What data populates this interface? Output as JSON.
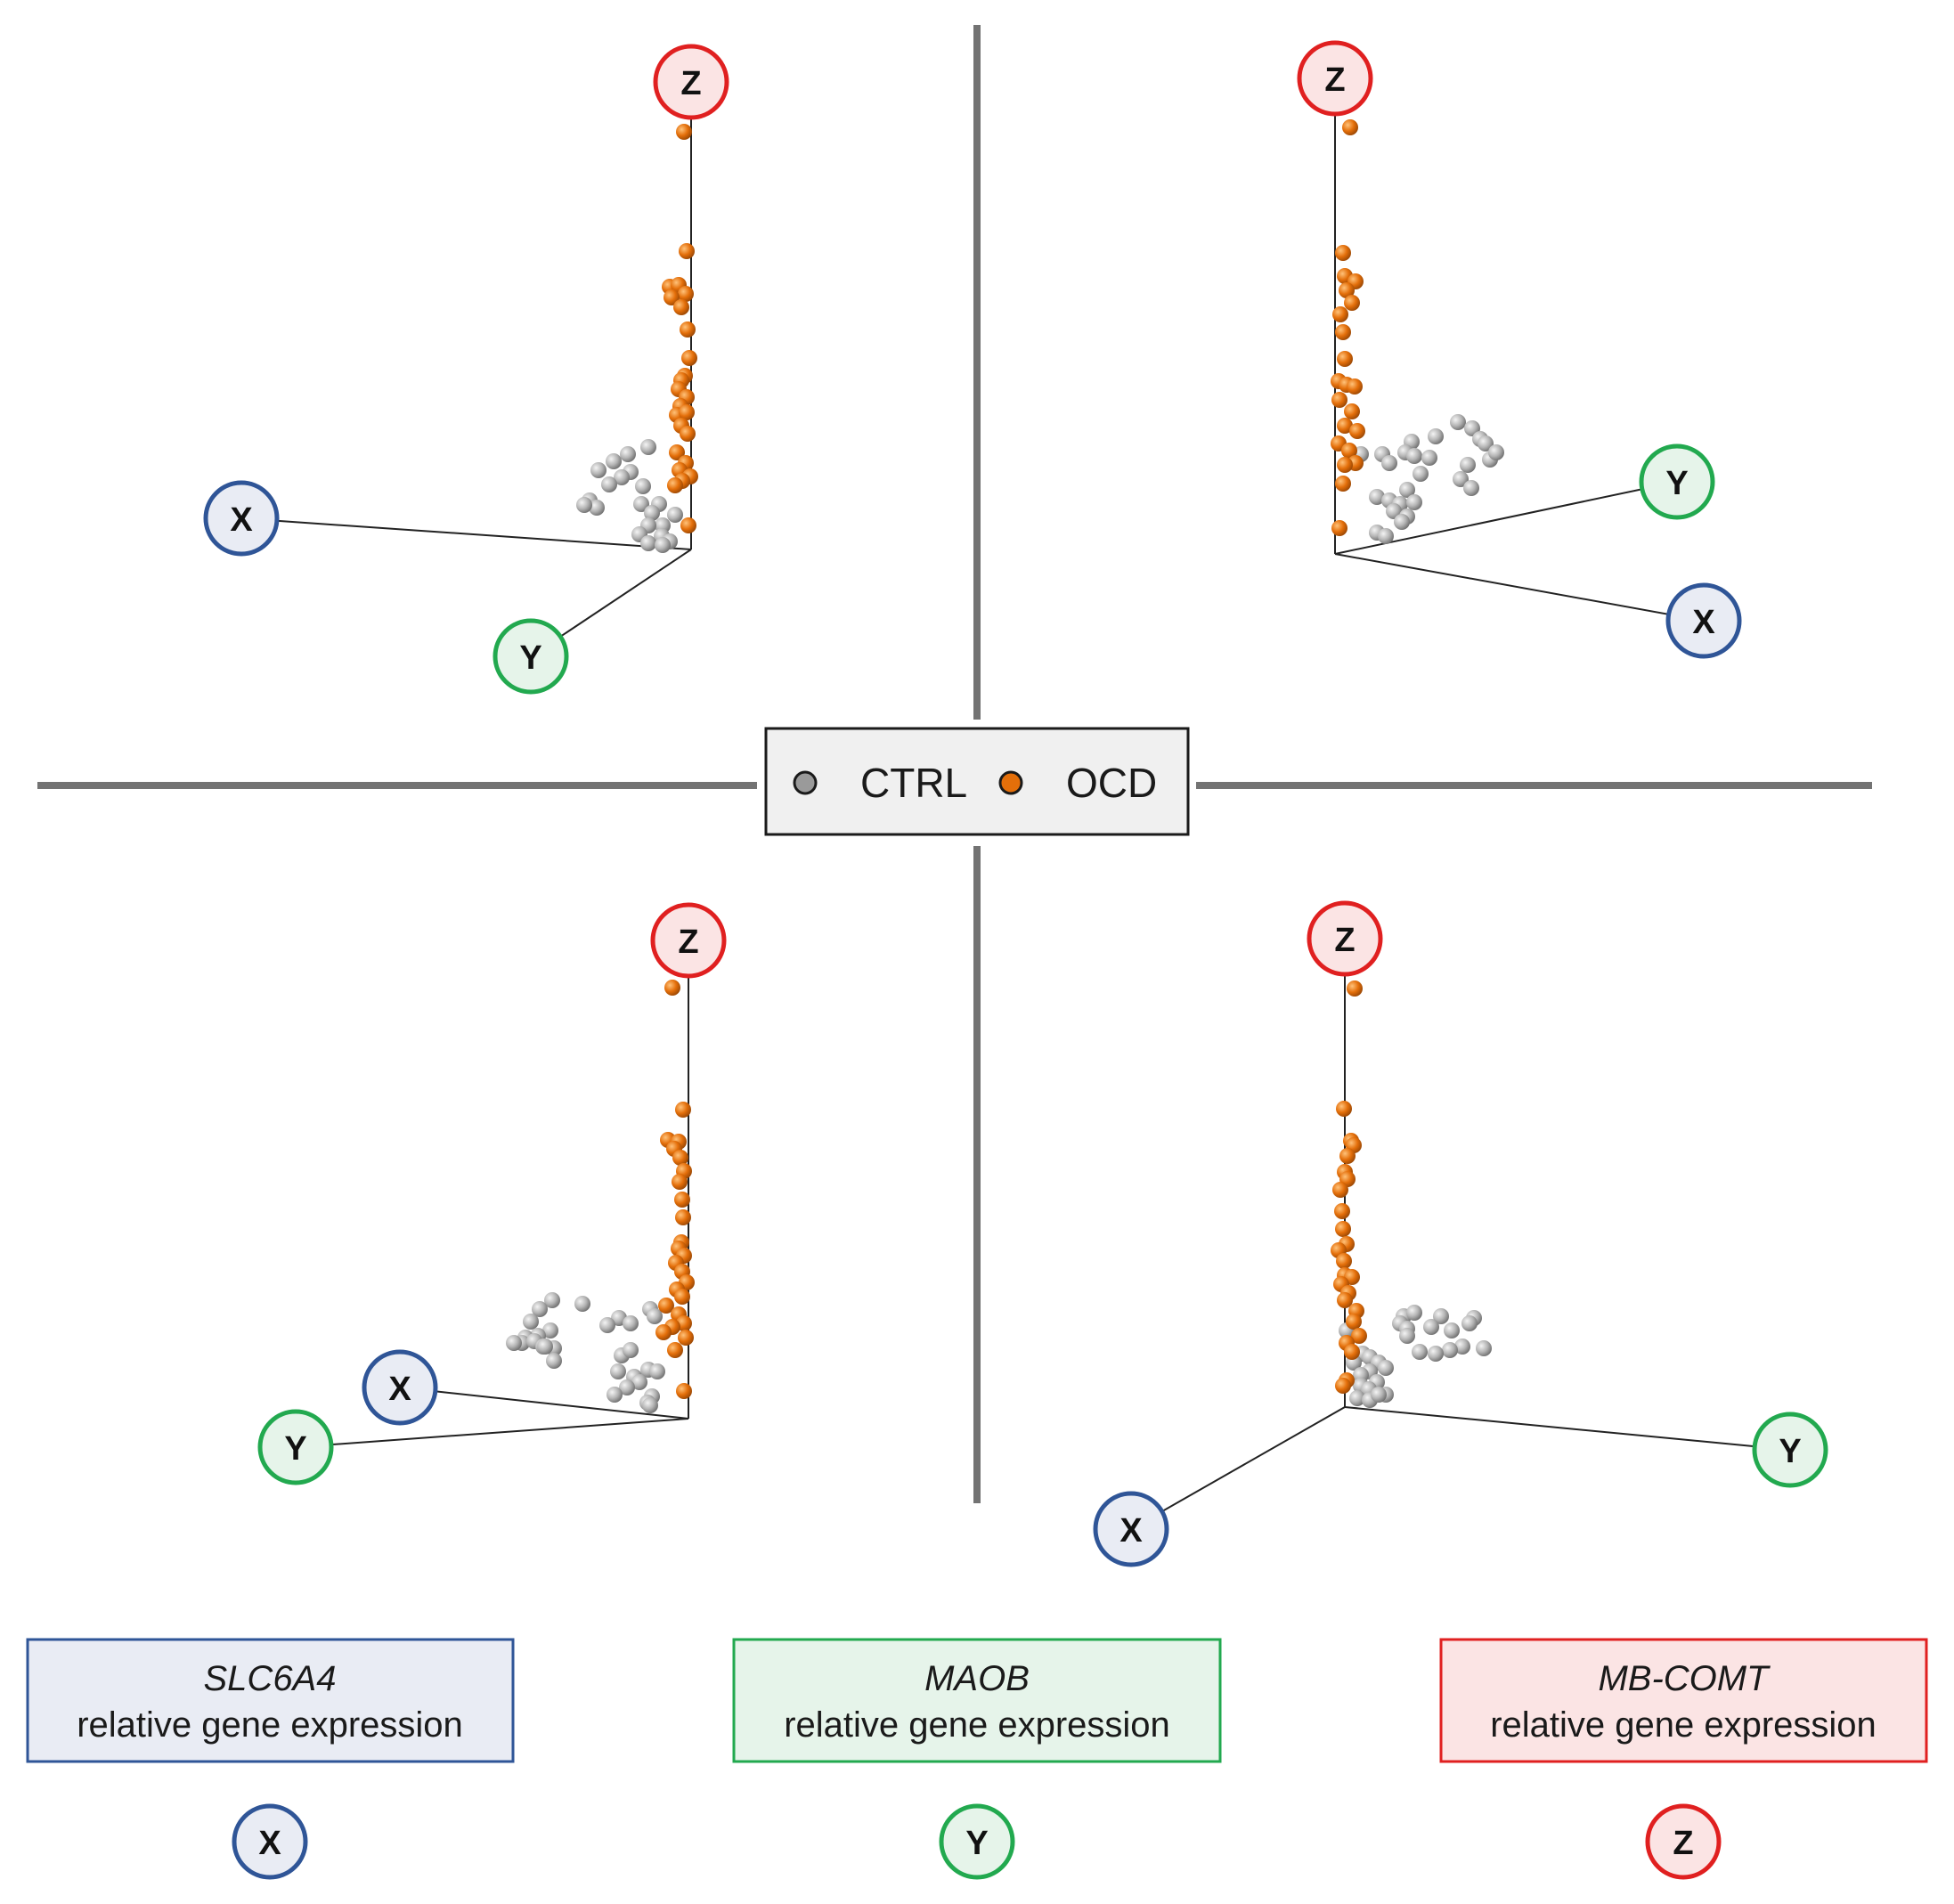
{
  "legend": {
    "items": [
      {
        "label": "CTRL",
        "color": "#9a9a9a"
      },
      {
        "label": "OCD",
        "color": "#e46f0a"
      }
    ]
  },
  "axis_names": {
    "x": "X",
    "y": "Y",
    "z": "Z"
  },
  "colors": {
    "x_axis": "#2f5597",
    "x_fill": "#e9ecf4",
    "y_axis": "#22a94f",
    "y_fill": "#e6f4ea",
    "z_axis": "#e02020",
    "z_fill": "#fbe4e4",
    "ctrl": "#9a9a9a",
    "ocd": "#e46f0a",
    "divider": "#737373"
  },
  "gene_boxes": [
    {
      "axis": "X",
      "gene": "SLC6A4",
      "description": "relative gene expression"
    },
    {
      "axis": "Y",
      "gene": "MAOB",
      "description": "relative gene expression"
    },
    {
      "axis": "Z",
      "gene": "MB-COMT",
      "description": "relative gene expression"
    }
  ],
  "chart_data": [
    {
      "type": "scatter",
      "panel": "top-left",
      "title": "",
      "axes": [
        "X",
        "Y",
        "Z"
      ],
      "series": [
        {
          "name": "CTRL"
        },
        {
          "name": "OCD"
        }
      ]
    },
    {
      "type": "scatter",
      "panel": "top-right",
      "title": "",
      "axes": [
        "X",
        "Y",
        "Z"
      ],
      "series": [
        {
          "name": "CTRL"
        },
        {
          "name": "OCD"
        }
      ]
    },
    {
      "type": "scatter",
      "panel": "bottom-left",
      "title": "",
      "axes": [
        "X",
        "Y",
        "Z"
      ],
      "series": [
        {
          "name": "CTRL"
        },
        {
          "name": "OCD"
        }
      ]
    },
    {
      "type": "scatter",
      "panel": "bottom-right",
      "title": "",
      "axes": [
        "X",
        "Y",
        "Z"
      ],
      "series": [
        {
          "name": "CTRL"
        },
        {
          "name": "OCD"
        }
      ]
    }
  ]
}
